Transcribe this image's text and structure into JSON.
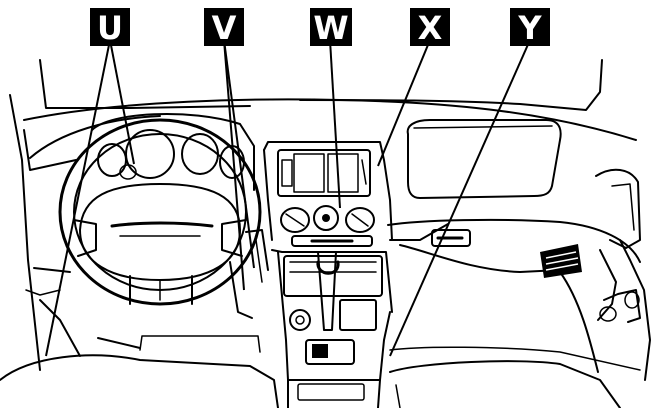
{
  "callouts": [
    {
      "id": "U",
      "label": "U"
    },
    {
      "id": "V",
      "label": "V"
    },
    {
      "id": "W",
      "label": "W"
    },
    {
      "id": "X",
      "label": "X"
    },
    {
      "id": "Y",
      "label": "Y"
    }
  ]
}
